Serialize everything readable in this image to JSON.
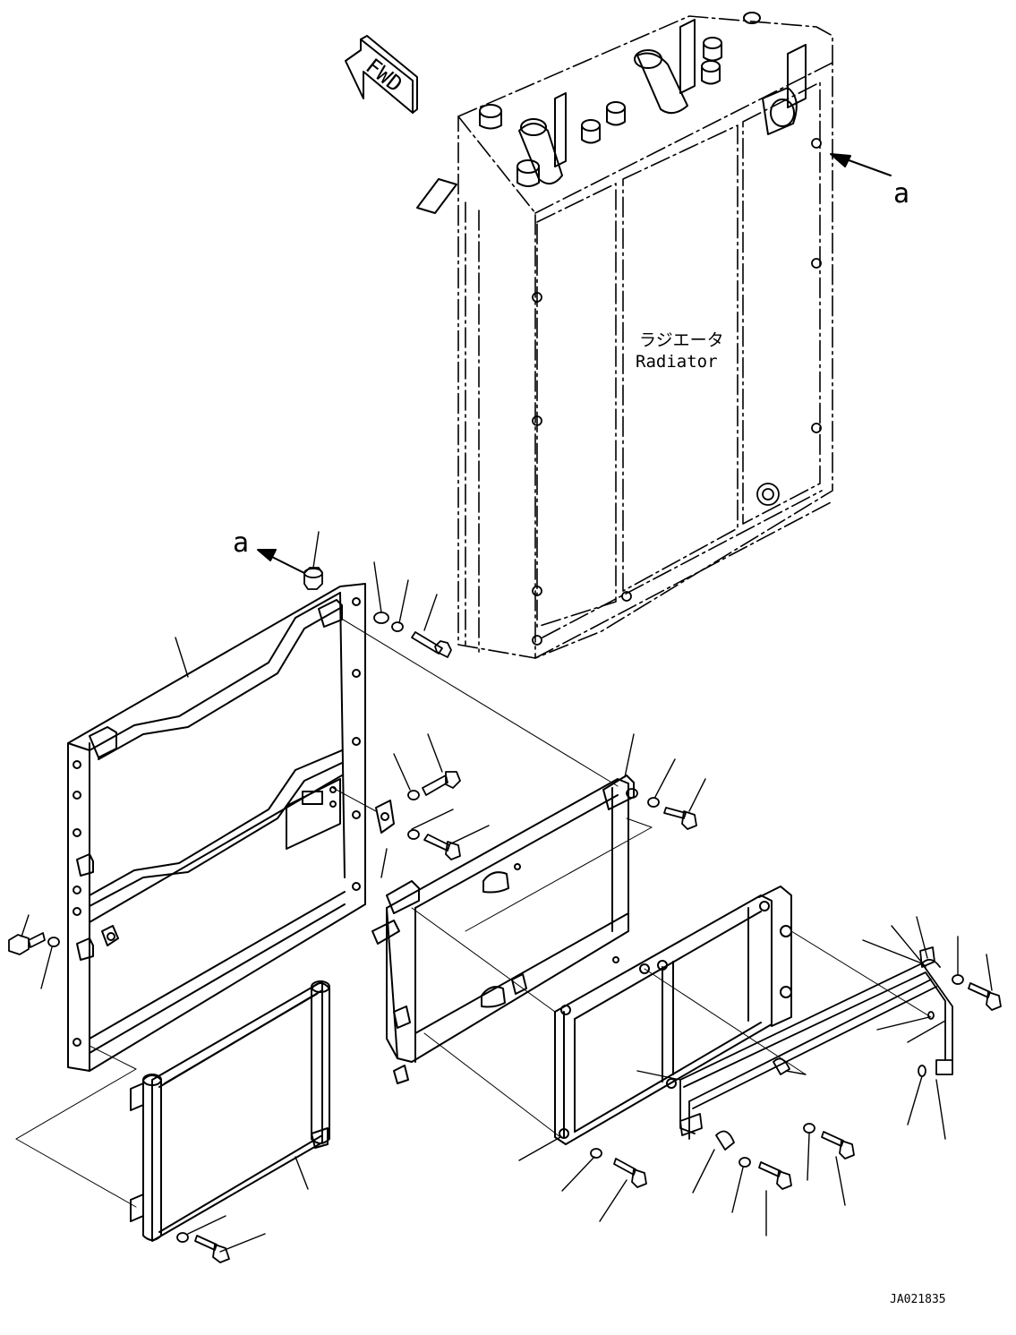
{
  "labels": {
    "fwd": "FWD",
    "ref_a_top": "a",
    "ref_a_left": "a",
    "radiator_jp": "ラジエータ",
    "radiator_en": "Radiator",
    "drawing_code": "JA021835"
  }
}
